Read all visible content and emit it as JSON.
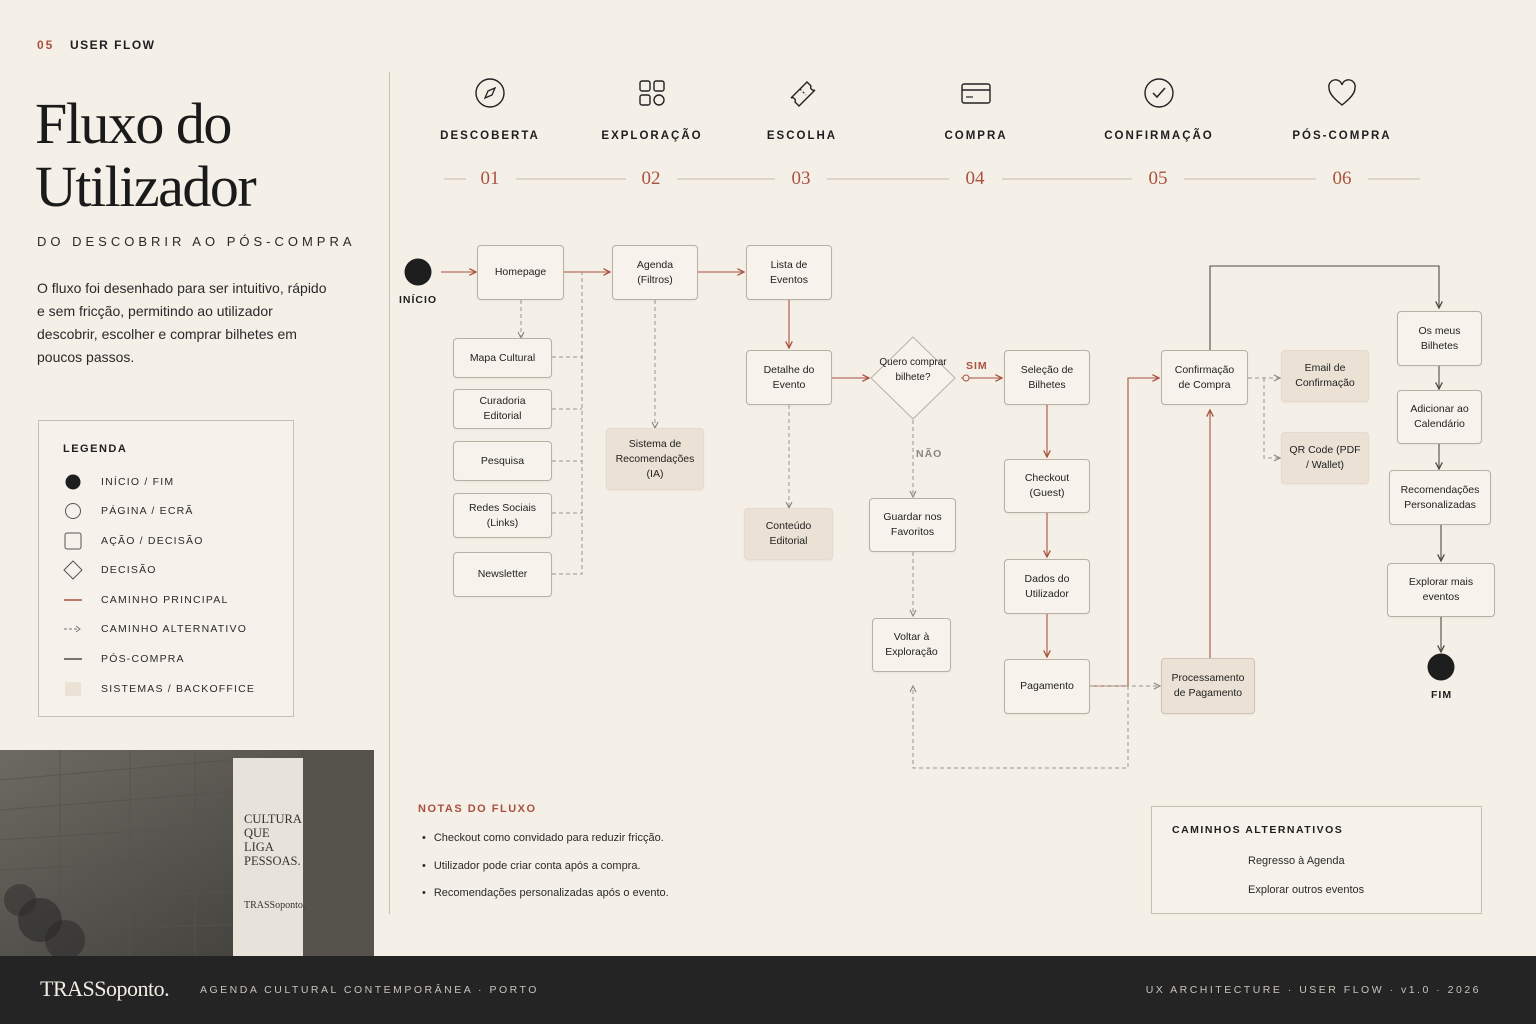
{
  "section": {
    "number": "05",
    "label": "USER FLOW"
  },
  "title": "Fluxo do Utilizador",
  "subtitle": "DO DESCOBRIR AO PÓS-COMPRA",
  "description": "O fluxo foi desenhado para ser intuitivo, rápido e sem fricção, permitindo ao utilizador descobrir, escolher e comprar bilhetes em poucos passos.",
  "legend": {
    "title": "LEGENDA",
    "items": [
      {
        "label": "INÍCIO / FIM",
        "icon": "filled-circle-icon"
      },
      {
        "label": "PÁGINA / ECRÃ",
        "icon": "outline-circle-icon"
      },
      {
        "label": "AÇÃO / DECISÃO",
        "icon": "rounded-square-icon"
      },
      {
        "label": "DECISÃO",
        "icon": "diamond-icon"
      },
      {
        "label": "CAMINHO PRINCIPAL",
        "icon": "solid-line-icon"
      },
      {
        "label": "CAMINHO ALTERNATIVO",
        "icon": "dashed-arrow-icon"
      },
      {
        "label": "PÓS-COMPRA",
        "icon": "dark-line-icon"
      },
      {
        "label": "SISTEMAS / BACKOFFICE",
        "icon": "filled-square-icon"
      }
    ]
  },
  "photo": {
    "banner_text": "CULTURA QUE LIGA PESSOAS.",
    "banner_brand": "TRASSoponto."
  },
  "stages": [
    {
      "name": "DESCOBERTA",
      "num": "01",
      "icon": "compass-icon"
    },
    {
      "name": "EXPLORAÇÃO",
      "num": "02",
      "icon": "grid-icon"
    },
    {
      "name": "ESCOLHA",
      "num": "03",
      "icon": "ticket-icon"
    },
    {
      "name": "COMPRA",
      "num": "04",
      "icon": "card-icon"
    },
    {
      "name": "CONFIRMAÇÃO",
      "num": "05",
      "icon": "check-circle-icon"
    },
    {
      "name": "PÓS-COMPRA",
      "num": "06",
      "icon": "heart-icon"
    }
  ],
  "flow": {
    "start_label": "INÍCIO",
    "end_label": "FIM",
    "yes_label": "SIM",
    "no_label": "NÃO",
    "nodes": {
      "homepage": "Homepage",
      "mapa": "Mapa Cultural",
      "curadoria": "Curadoria Editorial",
      "pesquisa": "Pesquisa",
      "redes": "Redes Sociais (Links)",
      "newsletter": "Newsletter",
      "agenda": "Agenda (Filtros)",
      "sistema": "Sistema de Recomendações (IA)",
      "lista": "Lista de Eventos",
      "detalhe": "Detalhe do Evento",
      "conteudo": "Conteúdo Editorial",
      "decision": "Quero comprar bilhete?",
      "favoritos": "Guardar nos Favoritos",
      "voltar": "Voltar à Exploração",
      "selecao": "Seleção de Bilhetes",
      "checkout": "Checkout (Guest)",
      "dados": "Dados do Utilizador",
      "pagamento": "Pagamento",
      "processamento": "Processamento de Pagamento",
      "confirmacao": "Confirmação de Compra",
      "email": "Email de Confirmação",
      "qr": "QR Code (PDF / Wallet)",
      "bilhetes": "Os meus Bilhetes",
      "calendario": "Adicionar ao Calendário",
      "recomendacoes": "Recomendações Personalizadas",
      "explorar": "Explorar mais eventos"
    }
  },
  "notes": {
    "title": "NOTAS DO FLUXO",
    "items": [
      "Checkout como convidado para reduzir fricção.",
      "Utilizador pode criar conta após a compra.",
      "Recomendações personalizadas após o evento."
    ]
  },
  "alternatives": {
    "title": "CAMINHOS ALTERNATIVOS",
    "items": [
      "Regresso à Agenda",
      "Explorar outros eventos"
    ]
  },
  "footer": {
    "brand": "TRASSoponto.",
    "left": "AGENDA CULTURAL CONTEMPORÂNEA  ·  PORTO",
    "right": "UX ARCHITECTURE   ·   USER FLOW   ·   v1.0   ·   2026"
  },
  "colors": {
    "accent": "#a9523f",
    "dark": "#1e1e1e",
    "background": "#f4efe7",
    "system": "#ebe1d4",
    "post": "#4d4d44"
  }
}
